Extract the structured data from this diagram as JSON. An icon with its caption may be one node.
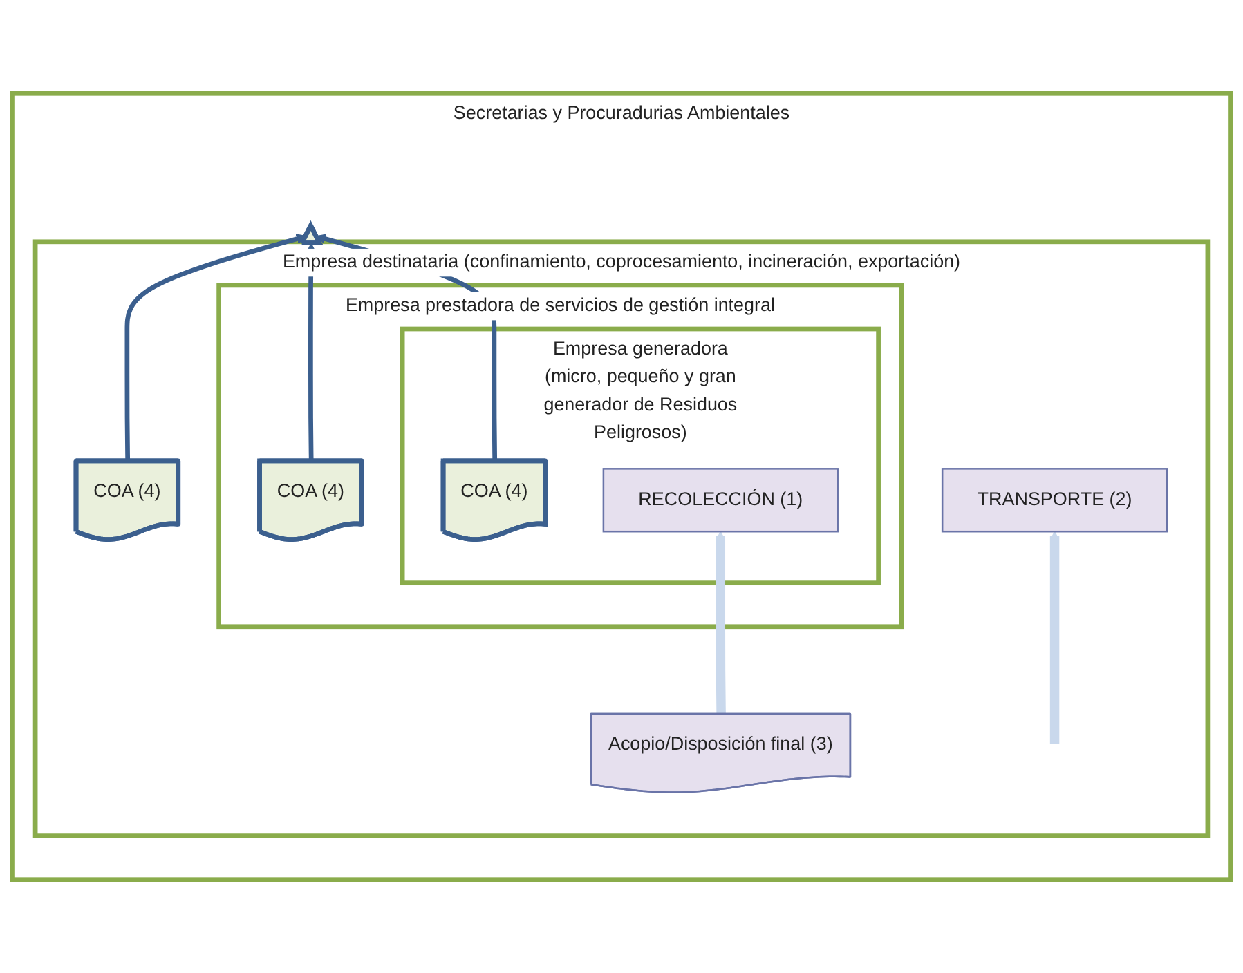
{
  "diagram": {
    "nodes": [
      {
        "text": [
          "Secretarias y Procuradurias Ambientales"
        ]
      },
      {
        "text": [
          "Empresa destinataria (confinamiento, coprocesamiento, incineración, exportación)"
        ],
        "in": 0
      },
      {
        "text": [
          "Empresa prestadora de servicios de gestión integral"
        ],
        "in": 1
      },
      {
        "text": [
          "Empresa generadora",
          "(micro, pequeño y gran generador de Residuos Peligrosos)"
        ],
        "in": 2
      },
      {
        "text": [],
        "shape": "triangle",
        "in": 0
      },
      {
        "text": [
          "COA (4)"
        ],
        "in": 1
      },
      {
        "text": [
          "COA (4)"
        ],
        "in": 2
      },
      {
        "text": [
          "COA (4)"
        ],
        "in": 3
      },
      {
        "text": [
          "Acopio/Disposición final (3)"
        ],
        "in": 1
      },
      {
        "text": [
          "TRANSPORTE (2)"
        ],
        "in": 1
      },
      {
        "text": [
          "RECOLECCIÓN (1)"
        ],
        "in": 3
      }
    ],
    "edges": [
      {
        "from": 5,
        "to": 4,
        "arrow": "to"
      },
      {
        "from": 6,
        "to": 4,
        "arrow": "to"
      },
      {
        "from": 7,
        "to": 4,
        "arrow": "to"
      },
      {
        "from": 8,
        "to": 10,
        "arrow": "to",
        "style": "thick",
        "color": "#c9d8ec"
      },
      {
        "from": null,
        "to": 9,
        "arrow": "to",
        "style": "thick",
        "color": "#c9d8ec"
      }
    ]
  }
}
